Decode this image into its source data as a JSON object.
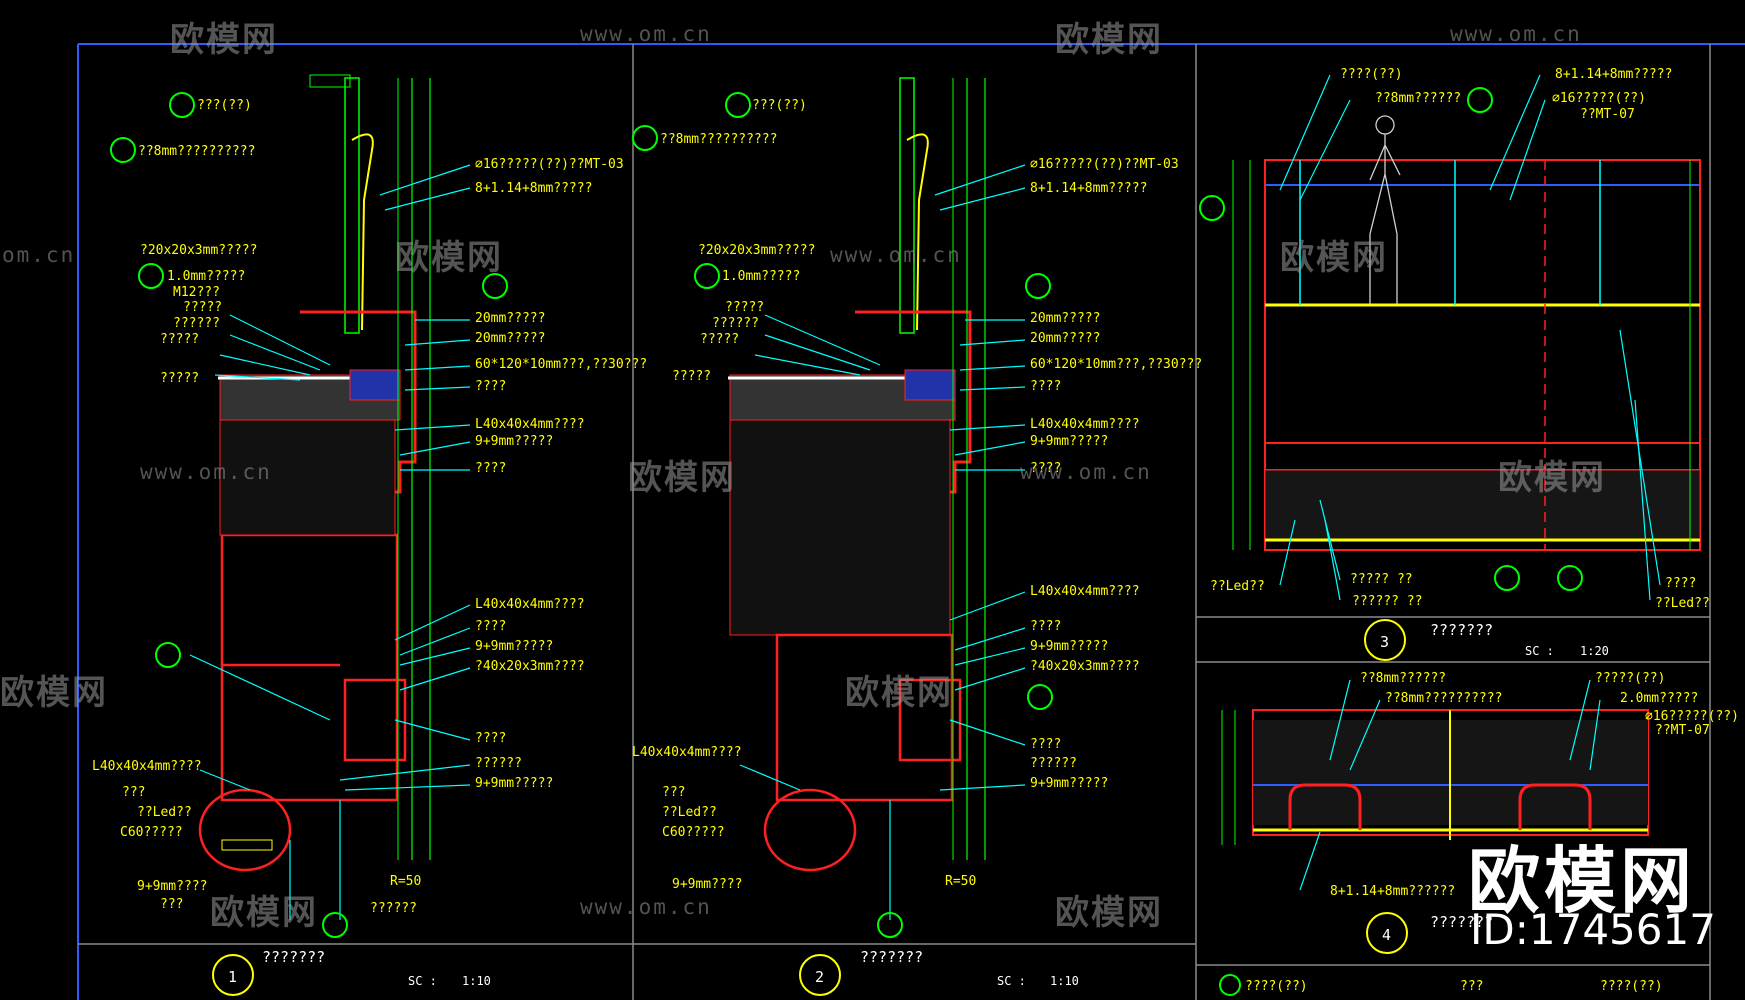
{
  "watermarks": {
    "brand": "欧模网",
    "url": "www.om.cn",
    "url_short": "om.cn"
  },
  "brand_badge": {
    "name": "欧模网",
    "id": "ID:1745617"
  },
  "colors": {
    "frame": "#2f5cff",
    "red": "#ff2020",
    "green": "#00ff00",
    "yellow": "#ffff00",
    "cyan": "#00ffff",
    "white": "#ffffff"
  },
  "detail1": {
    "number": "1",
    "title": "???????",
    "sc": "SC :",
    "scale": "1:10",
    "labels_right": [
      "⌀16?????(??)??MT-03",
      "8+1.14+8mm?????",
      "20mm?????",
      "20mm?????",
      "60*120*10mm???,??30???",
      "????",
      "L40x40x4mm????",
      "9+9mm?????",
      "????",
      "L40x40x4mm????",
      "????",
      "9+9mm?????",
      "?40x20x3mm????",
      "????",
      "??????",
      "9+9mm?????",
      "R=50",
      "??????"
    ],
    "labels_left": [
      "???(??)",
      "??8mm??????????",
      "?20x20x3mm?????",
      "1.0mm?????",
      "M12???",
      "?????",
      "??????",
      "?????",
      "?????",
      "L40x40x4mm????",
      "???",
      "??Led??",
      "C60?????",
      "9+9mm????",
      "???"
    ]
  },
  "detail2": {
    "number": "2",
    "title": "???????",
    "sc": "SC :",
    "scale": "1:10",
    "labels_right": [
      "⌀16?????(??)??MT-03",
      "8+1.14+8mm?????",
      "20mm?????",
      "20mm?????",
      "60*120*10mm???,??30???",
      "????",
      "L40x40x4mm????",
      "9+9mm?????",
      "????",
      "L40x40x4mm????",
      "????",
      "9+9mm?????",
      "?40x20x3mm????",
      "????",
      "??????",
      "9+9mm?????",
      "R=50"
    ],
    "labels_left": [
      "???(??)",
      "??8mm??????????",
      "?20x20x3mm?????",
      "1.0mm?????",
      "?????",
      "??????",
      "?????",
      "?????",
      "L40x40x4mm????",
      "???",
      "??Led??",
      "C60?????",
      "9+9mm????"
    ]
  },
  "detail3": {
    "number": "3",
    "title": "???????",
    "sc": "SC :",
    "scale": "1:20",
    "labels": [
      "????(??)",
      "??8mm??????",
      "8+1.14+8mm?????",
      "⌀16?????(??)",
      "??MT-07",
      "??Led??",
      "????? ??",
      "?????? ??",
      "??Led??",
      "????"
    ]
  },
  "detail4": {
    "number": "4",
    "title": "???????",
    "labels": [
      "??8mm??????",
      "??8mm??????????",
      "?????(??)",
      "2.0mm?????",
      "⌀16?????(??)",
      "??MT-07",
      "8+1.14+8mm??????"
    ]
  },
  "bottom_strip": [
    "????(??)",
    "???",
    "????(??)"
  ]
}
